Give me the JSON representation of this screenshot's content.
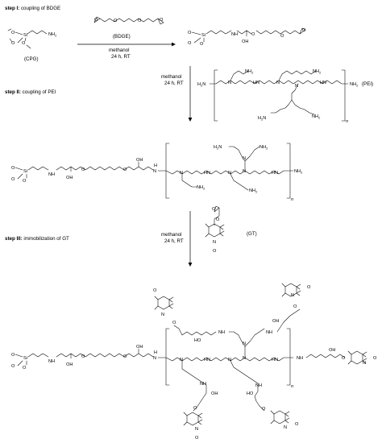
{
  "steps": [
    {
      "bold": "step I:",
      "text": " coupling of BDGE"
    },
    {
      "bold": "step II:",
      "text": " coupling of PEI"
    },
    {
      "bold": "step III:",
      "text": " immobilization of GT"
    }
  ],
  "reagents": {
    "bdge": "(BDGE)",
    "cpg": "(CPG)",
    "pei": "(PEI)",
    "gt": "(GT)"
  },
  "conditions": {
    "step1": {
      "solvent": "methanol",
      "time": "24 h, RT"
    },
    "step2": {
      "solvent": "methanol",
      "time": "24 h, RT"
    },
    "step3": {
      "solvent": "methanol",
      "time": "24 h, RT"
    }
  },
  "atoms": {
    "Si": "Si",
    "O": "O",
    "N": "N",
    "NH": "NH",
    "HN": "HN",
    "NH2": "NH",
    "H2N": "H",
    "OH": "OH",
    "HO": "HO",
    "n": "n",
    "Orad": "O",
    "sub2": "2"
  }
}
